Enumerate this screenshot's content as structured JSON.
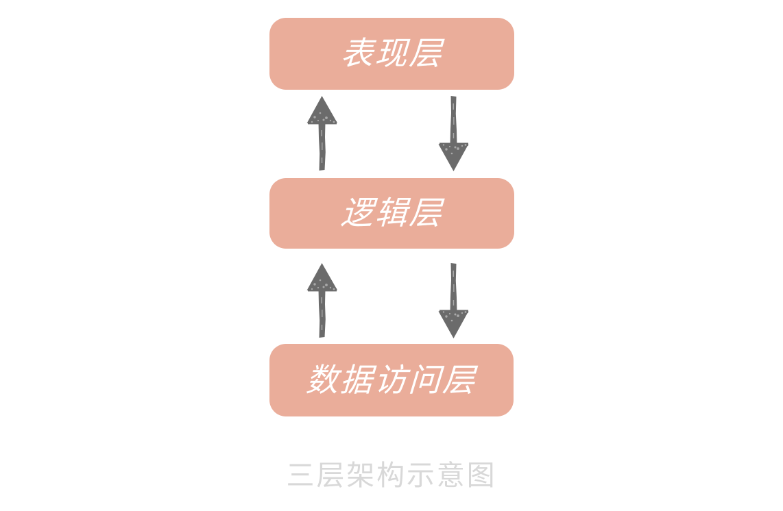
{
  "diagram": {
    "type": "flow",
    "orientation": "vertical",
    "caption": "三层架构示意图",
    "background_color": "#ffffff",
    "box_color": "#eaad9a",
    "box_text_color": "#ffffff",
    "arrow_color": "#6b6b6b",
    "caption_color": "#d8d8d8",
    "nodes": [
      {
        "id": "presentation",
        "label": "表现层"
      },
      {
        "id": "logic",
        "label": "逻辑层"
      },
      {
        "id": "data",
        "label": "数据访问层"
      }
    ],
    "connectors": [
      {
        "id": "up-1",
        "from": "logic",
        "to": "presentation",
        "direction": "up",
        "icon": "arrow-up-icon"
      },
      {
        "id": "down-1",
        "from": "presentation",
        "to": "logic",
        "direction": "down",
        "icon": "arrow-down-icon"
      },
      {
        "id": "up-2",
        "from": "data",
        "to": "logic",
        "direction": "up",
        "icon": "arrow-up-icon"
      },
      {
        "id": "down-2",
        "from": "logic",
        "to": "data",
        "direction": "down",
        "icon": "arrow-down-icon"
      }
    ]
  }
}
